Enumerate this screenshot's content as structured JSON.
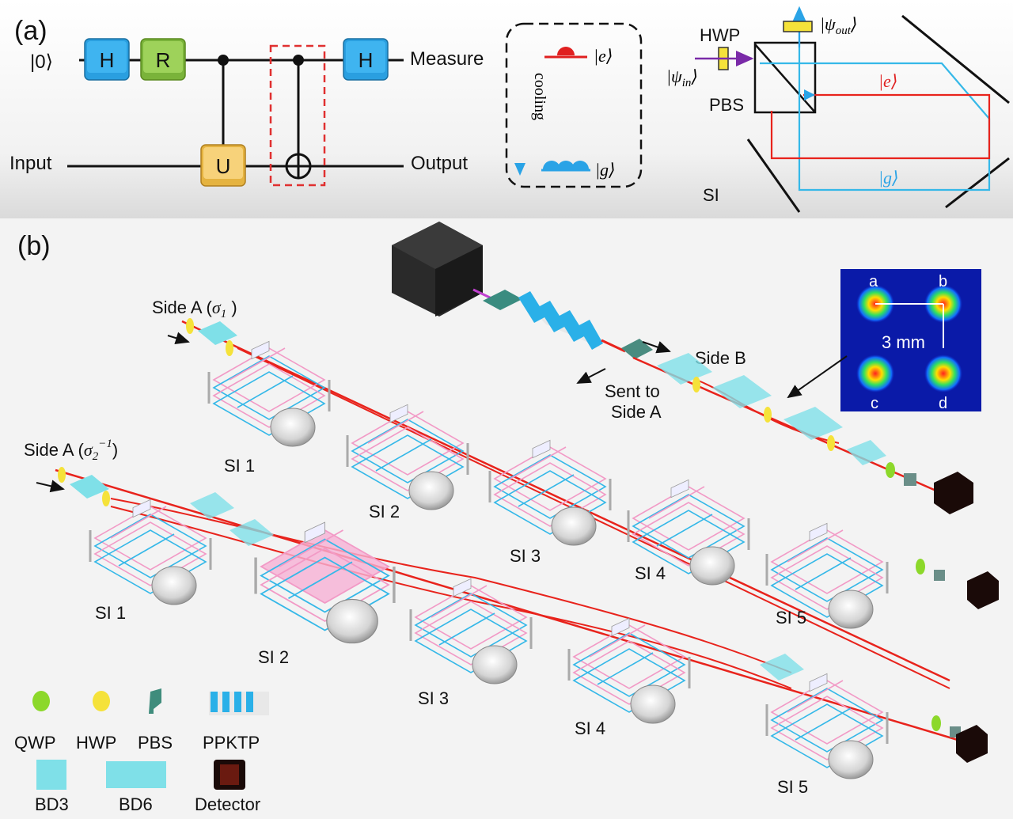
{
  "panel_a": {
    "label": "(a)",
    "circuit": {
      "top_wire_input": "|0⟩",
      "bottom_wire_input": "Input",
      "gate_h1": "H",
      "gate_r": "R",
      "gate_u": "U",
      "gate_h2": "H",
      "top_output": "Measure",
      "bottom_output": "Output"
    },
    "cooling": {
      "label": "cooling",
      "excited_state": "|e⟩",
      "ground_state": "|g⟩"
    },
    "interferometer": {
      "hwp": "HWP",
      "psi_in_psi": "|ψ",
      "psi_in_sub": "in",
      "psi_in_end": "⟩",
      "psi_out_psi": "|ψ",
      "psi_out_sub": "out",
      "psi_out_end": "⟩",
      "pbs": "PBS",
      "e_state": "|e⟩",
      "g_state": "|g⟩",
      "si": "SI"
    }
  },
  "panel_b": {
    "label": "(b)",
    "side_a1_text": "Side A (",
    "side_a1_sigma": "σ",
    "side_a1_sub": "1",
    "side_a1_close": " )",
    "side_a2_text": "Side A (",
    "side_a2_sigma": "σ",
    "side_a2_sub": "2",
    "side_a2_sup": "−1",
    "side_a2_close": ")",
    "side_b": "Side B",
    "sent_to_1": "Sent to",
    "sent_to_2": "Side A",
    "spot_a": "a",
    "spot_b": "b",
    "spot_c": "c",
    "spot_d": "d",
    "spot_distance": "3 mm",
    "row1": [
      "SI 1",
      "SI 2",
      "SI 3",
      "SI 4",
      "SI 5"
    ],
    "row2": [
      "SI 1",
      "SI 2",
      "SI 3",
      "SI 4",
      "SI 5"
    ],
    "legend": {
      "qwp": "QWP",
      "hwp": "HWP",
      "pbs": "PBS",
      "ppktp": "PPKTP",
      "bd3": "BD3",
      "bd6": "BD6",
      "detector": "Detector"
    }
  },
  "colors": {
    "hadamard": "#2a9fe0",
    "rotation": "#8cc63f",
    "unitary": "#f3c44e",
    "excited": "#e02020",
    "ground": "#2aa3e6",
    "laser_red": "#e8231c",
    "beam_blue": "#35b8e8",
    "optics_cyan": "#7fe0e8",
    "pink_frame": "#f29ac6"
  }
}
